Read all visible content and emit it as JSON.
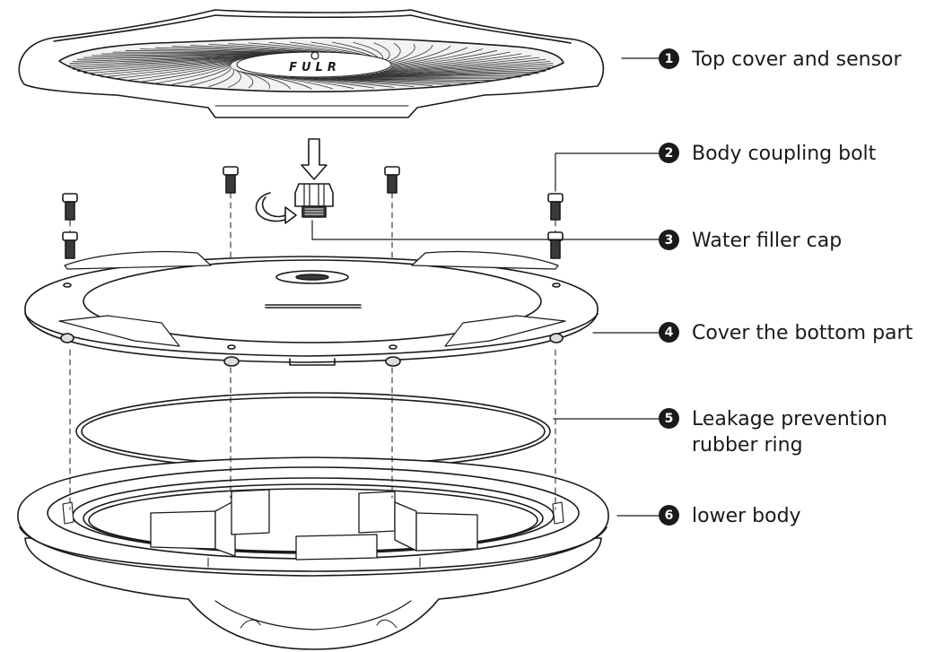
{
  "brand_mark": "FULR",
  "callouts": [
    {
      "number": "1",
      "label": "Top cover and sensor"
    },
    {
      "number": "2",
      "label": "Body coupling bolt"
    },
    {
      "number": "3",
      "label": "Water filler cap"
    },
    {
      "number": "4",
      "label": "Cover the bottom part"
    },
    {
      "number": "5",
      "label": "Leakage prevention\nrubber ring"
    },
    {
      "number": "6",
      "label": "lower body"
    }
  ]
}
